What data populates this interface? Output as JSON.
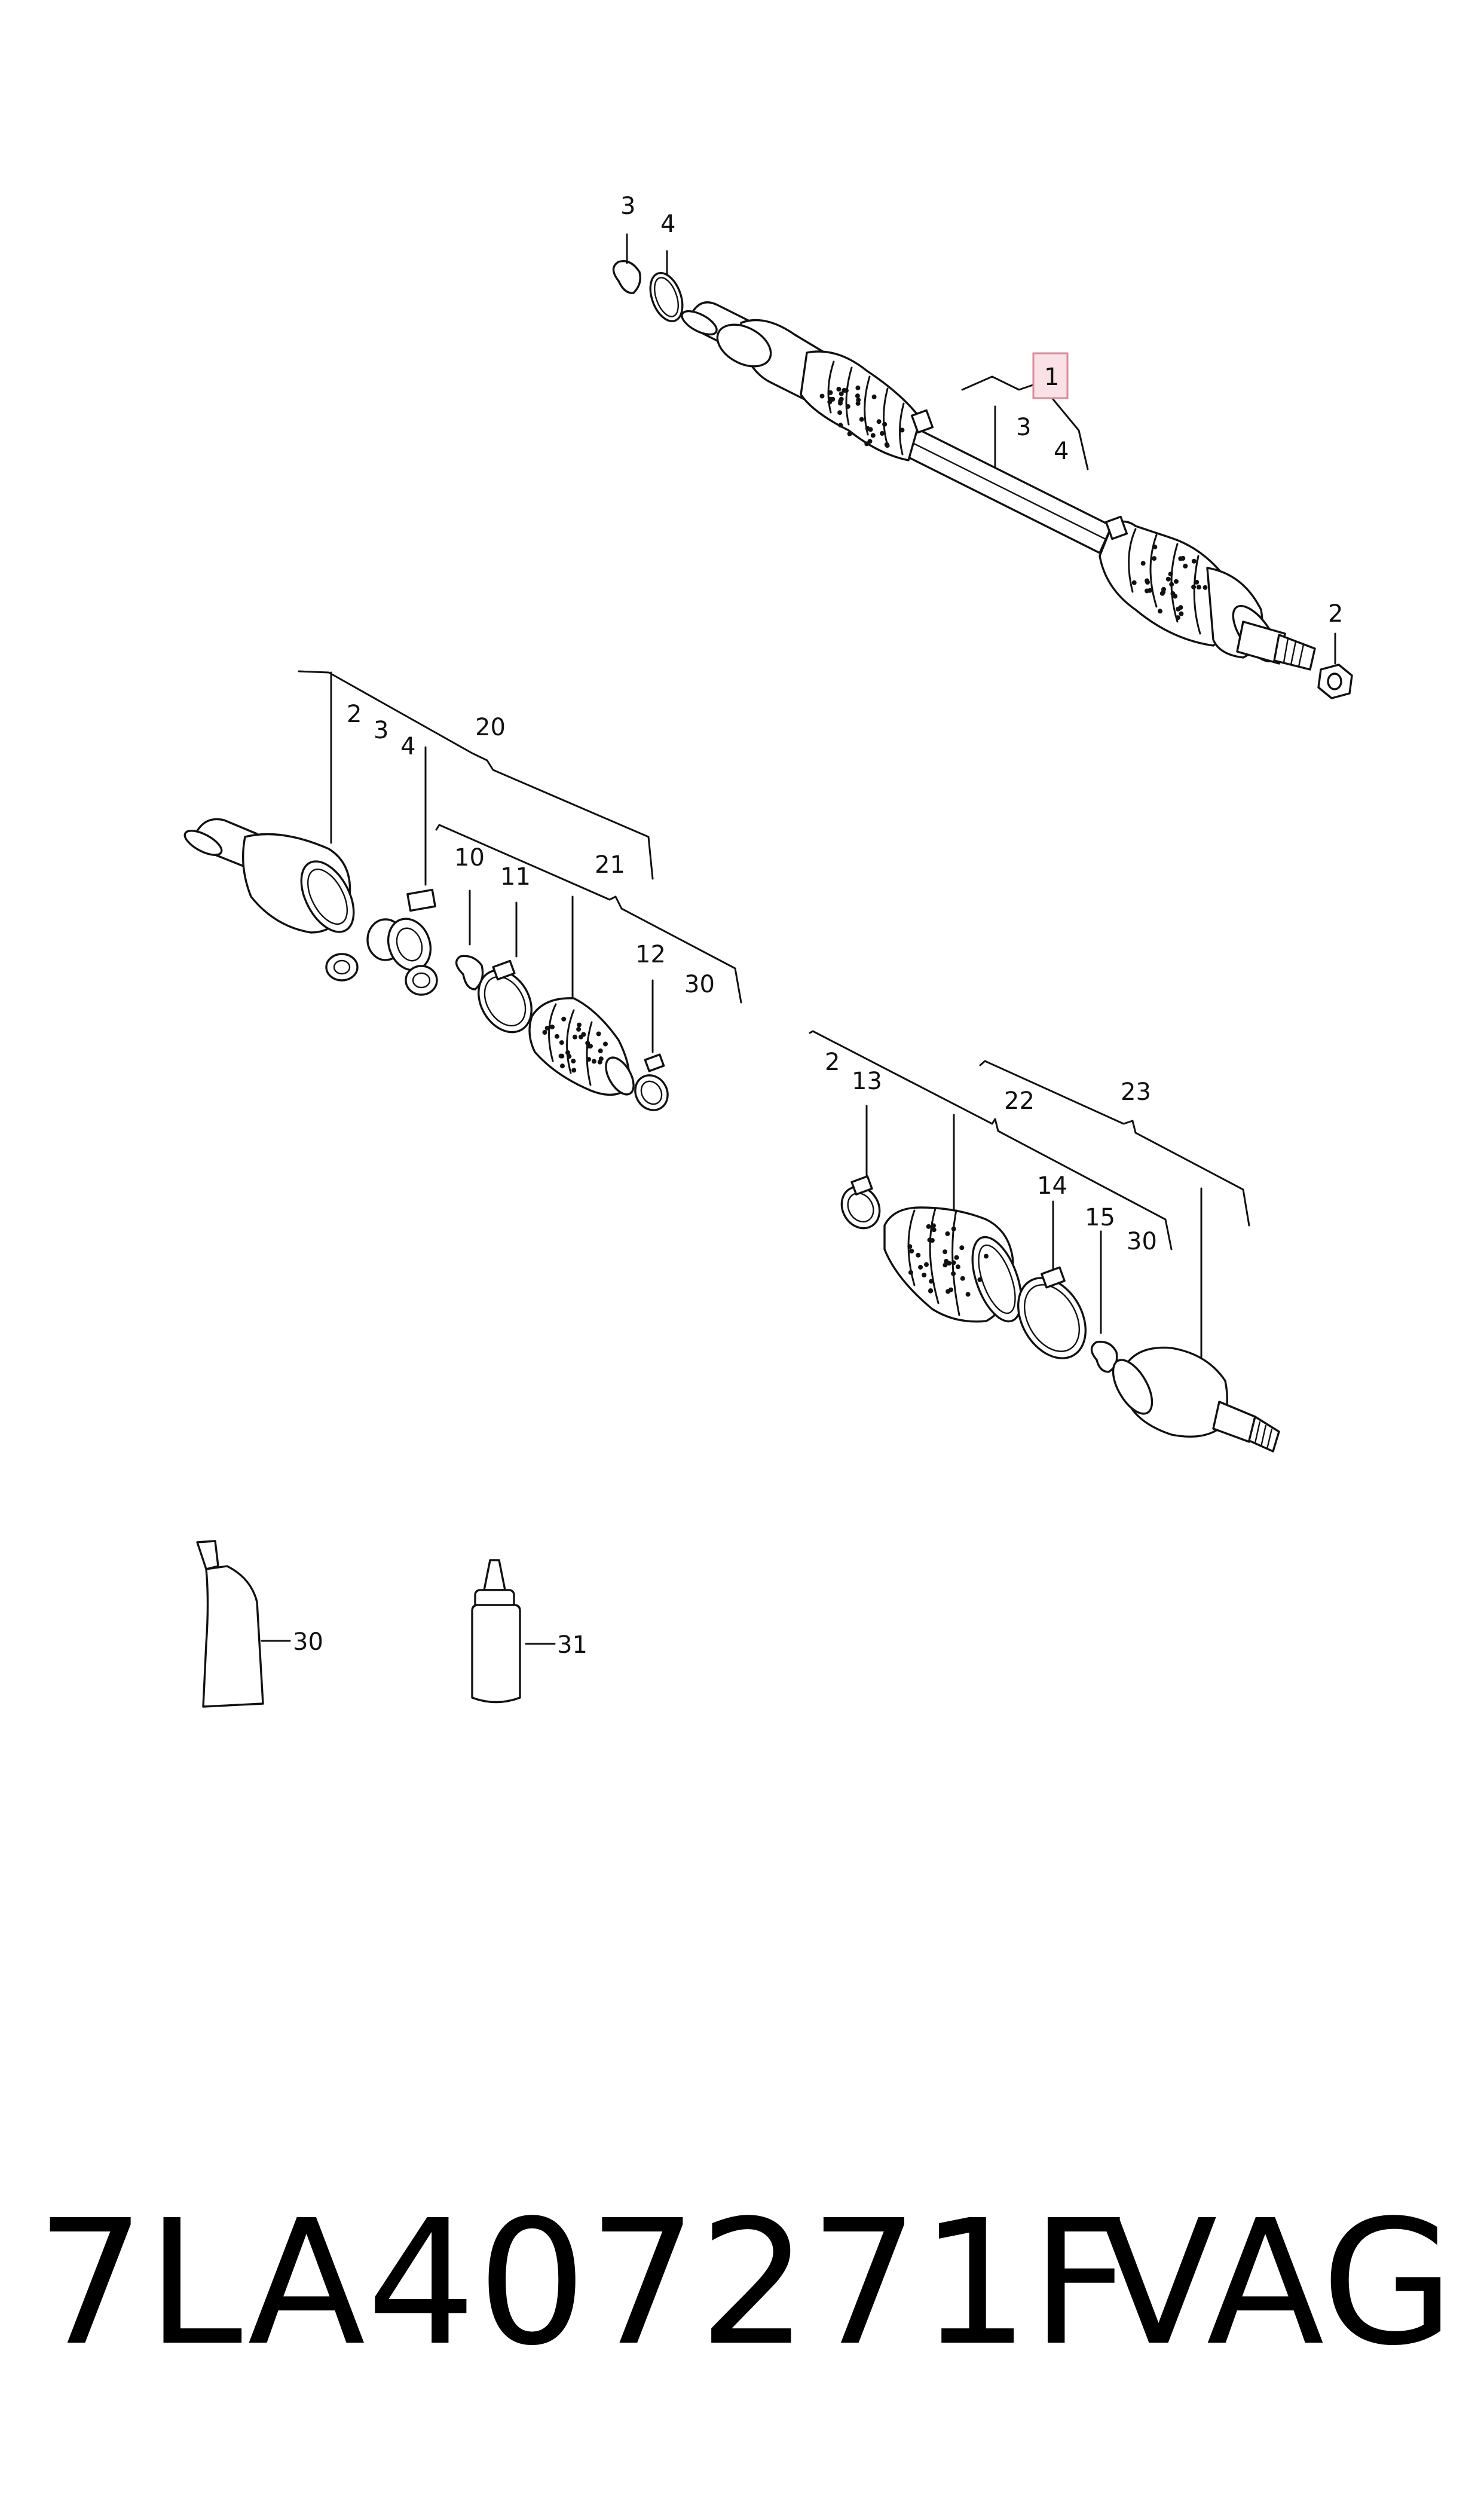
{
  "diagram": {
    "callouts": {
      "c1": "1",
      "c1_3": "3",
      "c1_4": "4",
      "c_top_3": "3",
      "c_top_4": "4",
      "c_nut_2": "2",
      "c20": "20",
      "c20_2": "2",
      "c20_3": "3",
      "c20_4": "4",
      "c21": "21",
      "c10": "10",
      "c11": "11",
      "c12": "12",
      "c21_30": "30",
      "c22_2": "2",
      "c13": "13",
      "c22": "22",
      "c14": "14",
      "c15": "15",
      "c22_30": "30",
      "c23": "23",
      "c30": "30",
      "c31": "31"
    },
    "highlight_color": "#f9e1e5",
    "highlight_border": "#d98a97",
    "line_color": "#111111"
  },
  "footer": {
    "part_number": "7LA407271F",
    "brand": "VAG"
  }
}
